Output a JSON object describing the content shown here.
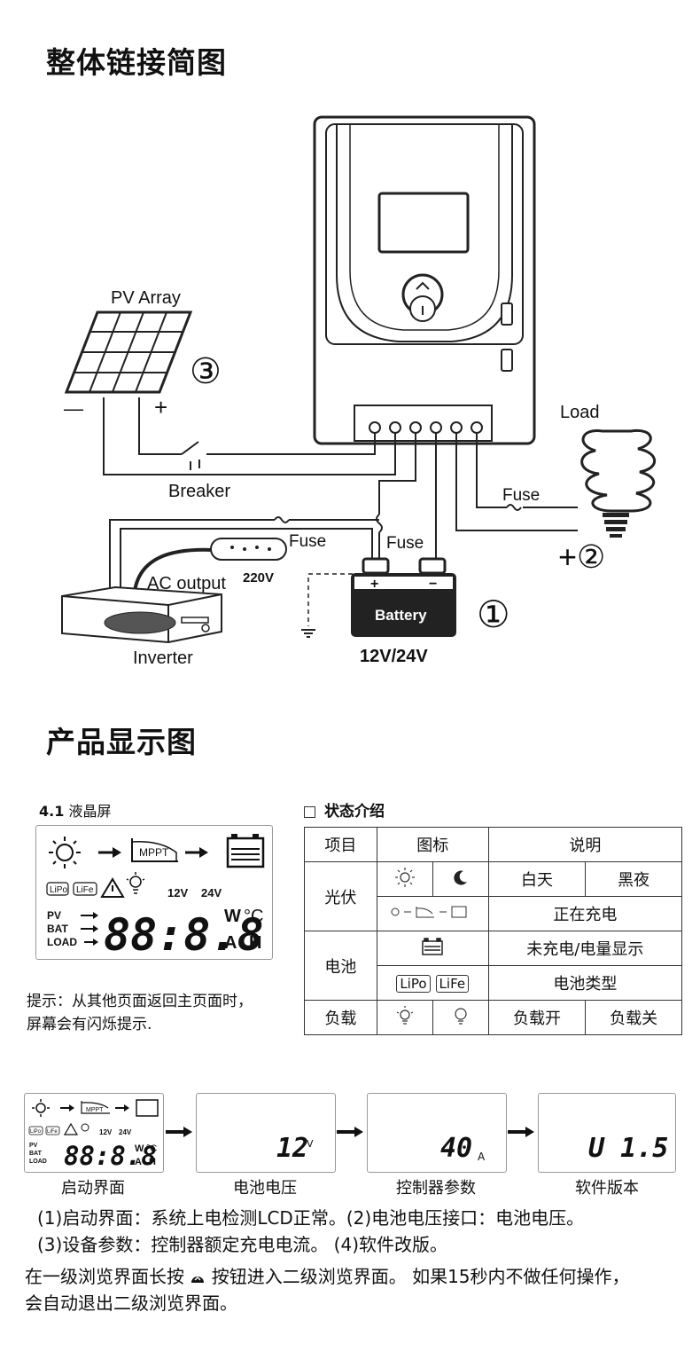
{
  "section1": {
    "title": "整体链接简图",
    "labels": {
      "pv_array": "PV Array",
      "num3": "③",
      "minus": "—",
      "plus": "+",
      "breaker": "Breaker",
      "load": "Load",
      "fuse_load": "Fuse",
      "num2": "+②",
      "fuse_inv": "Fuse",
      "fuse_bat": "Fuse",
      "ac_output": "AC output",
      "v220": "220V",
      "inverter": "Inverter",
      "battery": "Battery",
      "bat_plus": "+",
      "bat_minus": "−",
      "num1": "①",
      "voltage": "12V/24V"
    }
  },
  "section2": {
    "title": "产品显示图",
    "lcd_heading_num": "4.1",
    "lcd_heading": "液晶屏",
    "lcd": {
      "mppt": "MPPT",
      "lipo": "LiPo",
      "life": "LiFe",
      "v12": "12V",
      "v24": "24V",
      "pv": "PV",
      "bat": "BAT",
      "load": "LOAD",
      "digits": "88:8.8",
      "unit_w": "W",
      "unit_c": "°C",
      "unit_a": "A",
      "unit_h": "H"
    },
    "tip_line1": "提示：从其他页面返回主页面时，",
    "tip_line2": "屏幕会有闪烁提示.",
    "status_heading": "状态介绍",
    "table": {
      "col_item": "项目",
      "col_icon": "图标",
      "col_desc": "说明",
      "pv": "光伏",
      "day": "白天",
      "night": "黑夜",
      "charging": "正在充电",
      "battery": "电池",
      "not_charging": "未充电/电量显示",
      "battery_type": "电池类型",
      "lipo": "LiPo",
      "life": "LiFe",
      "load": "负载",
      "load_on": "负载开",
      "load_off": "负载关"
    }
  },
  "sequence": {
    "screens": [
      {
        "caption": "启动界面"
      },
      {
        "caption": "电池电压",
        "value": "12",
        "unit": "V"
      },
      {
        "caption": "控制器参数",
        "value": "40",
        "unit": "A"
      },
      {
        "caption": "软件版本",
        "value": "U 1.5",
        "unit": ""
      }
    ]
  },
  "notes": {
    "line1": "(1)启动界面：系统上电检测LCD正常。(2)电池电压接口：电池电压。",
    "line2": "(3)设备参数：控制器额定充电电流。  (4)软件改版。",
    "line3a": "在一级浏览界面长按",
    "line3b": "按钮进入二级浏览界面。 如果15秒内不做任何操作，",
    "line4": "会自动退出二级浏览界面。"
  }
}
